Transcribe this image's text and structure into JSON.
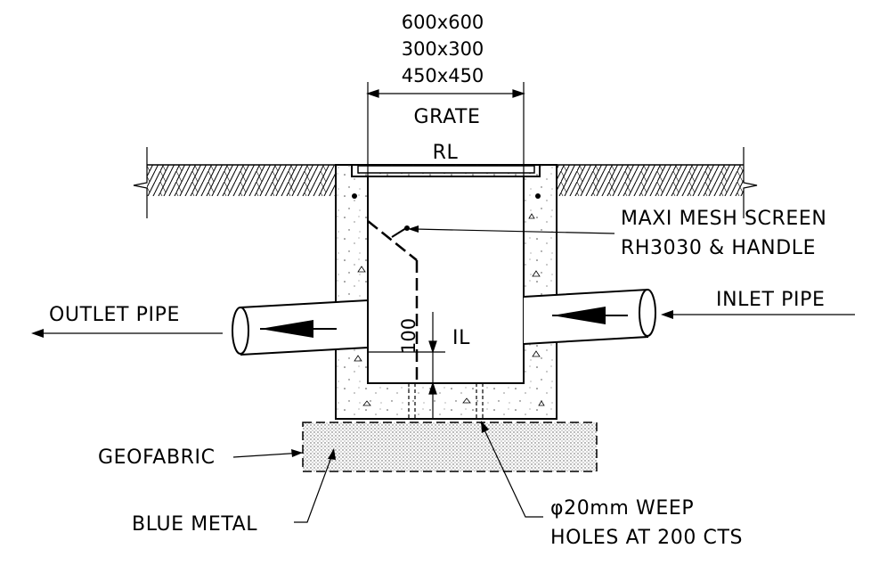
{
  "dimensions": {
    "size_1": "600x600",
    "size_2": "300x300",
    "size_3": "450x450",
    "grate": "GRATE",
    "rl": "RL",
    "depth": "100",
    "il": "IL"
  },
  "labels": {
    "screen_line1": "MAXI MESH SCREEN",
    "screen_line2": "RH3030 & HANDLE",
    "inlet": "INLET PIPE",
    "outlet": "OUTLET PIPE",
    "geofabric": "GEOFABRIC",
    "blue_metal": "BLUE METAL",
    "weep_line1": "φ20mm WEEP",
    "weep_line2": "HOLES AT 200 CTS"
  }
}
